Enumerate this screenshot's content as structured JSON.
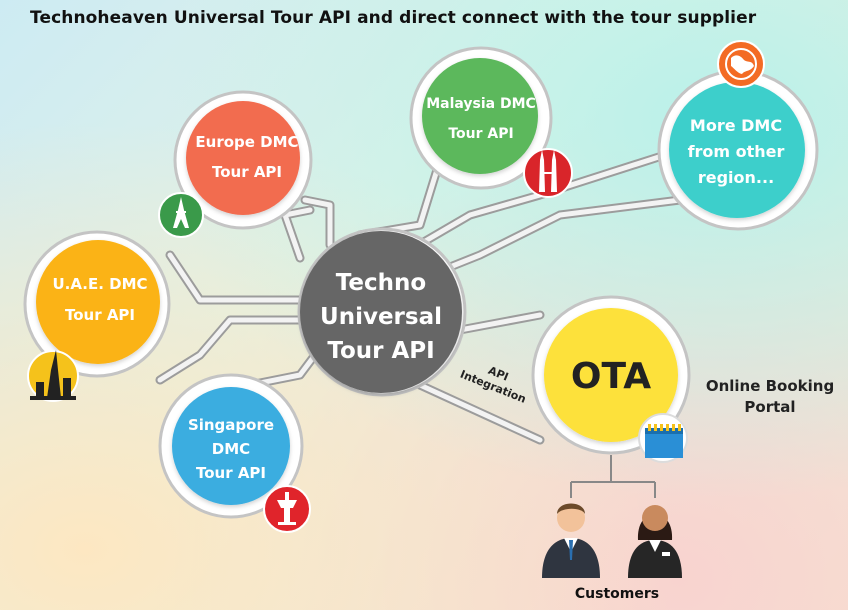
{
  "title": "Technoheaven Universal Tour API and direct connect with the tour supplier",
  "center": {
    "line1": "Techno",
    "line2": "Universal",
    "line3": "Tour API"
  },
  "nodes": {
    "europe": {
      "line1": "Europe DMC",
      "line2": "Tour API",
      "color": "#f26c4f",
      "icon": "eiffel-tower-icon"
    },
    "malaysia": {
      "line1": "Malaysia DMC",
      "line2": "Tour API",
      "color": "#5cb85c",
      "icon": "petronas-towers-icon"
    },
    "more": {
      "line1": "More DMC",
      "line2": "from other",
      "line3": "region...",
      "color": "#3ccfcb",
      "icon": "globe-icon"
    },
    "uae": {
      "line1": "U.A.E. DMC",
      "line2": "Tour API",
      "color": "#fbb314",
      "icon": "burj-khalifa-icon"
    },
    "singapore": {
      "line1": "Singapore",
      "line2": "DMC",
      "line3": "Tour API",
      "color": "#3aade0",
      "icon": "changi-tower-icon"
    }
  },
  "ota": {
    "label": "OTA",
    "color": "#fde13a",
    "icon": "booking-calendar-icon"
  },
  "api_integration": {
    "line1": "API",
    "line2": "Integration"
  },
  "booking_portal": {
    "line1": "Online Booking",
    "line2": "Portal"
  },
  "customers": {
    "label": "Customers",
    "icons": [
      "businessman-icon",
      "businesswoman-icon"
    ]
  }
}
